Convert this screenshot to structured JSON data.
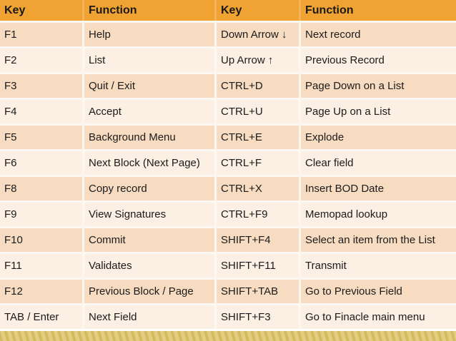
{
  "table": {
    "headers": [
      "Key",
      "Function",
      "Key",
      "Function"
    ],
    "rows": [
      [
        "F1",
        "Help",
        "Down Arrow ↓",
        "Next record"
      ],
      [
        "F2",
        "List",
        "Up Arrow ↑",
        "Previous Record"
      ],
      [
        "F3",
        "Quit / Exit",
        "CTRL+D",
        "Page Down on a List"
      ],
      [
        "F4",
        "Accept",
        "CTRL+U",
        "Page Up on a List"
      ],
      [
        "F5",
        "Background Menu",
        "CTRL+E",
        "Explode"
      ],
      [
        "F6",
        "Next Block (Next Page)",
        "CTRL+F",
        "Clear field"
      ],
      [
        "F8",
        "Copy record",
        "CTRL+X",
        "Insert BOD Date"
      ],
      [
        "F9",
        "View Signatures",
        "CTRL+F9",
        "Memopad lookup"
      ],
      [
        "F10",
        "Commit",
        "SHIFT+F4",
        "Select an item from the List"
      ],
      [
        "F11",
        "Validates",
        "SHIFT+F11",
        "Transmit"
      ],
      [
        "F12",
        "Previous Block / Page",
        "SHIFT+TAB",
        "Go to Previous Field"
      ],
      [
        "TAB / Enter",
        "Next Field",
        "SHIFT+F3",
        "Go to Finacle main menu"
      ]
    ]
  },
  "colors": {
    "header_bg": "#f0a232",
    "header_gap": "#f5b45c",
    "row_dark": "#f8dcc2",
    "row_light": "#fcefe4",
    "gap": "#fdf7f1",
    "footer_gold_dark": "#d5bb60",
    "footer_gold_light": "#e2cd80",
    "text": "#1b1b1b"
  }
}
